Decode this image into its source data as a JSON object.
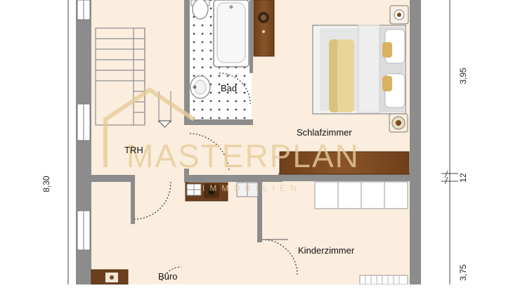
{
  "rooms": {
    "bad": "Bad",
    "schlafzimmer": "Schlafzimmer",
    "trh": "TRH",
    "kinderzimmer": "Kinderzimmer",
    "buero": "Büro"
  },
  "dimensions": {
    "total_height": "8,30",
    "upper_height": "3,95",
    "wall": "12",
    "lower_height": "3,75"
  },
  "watermark": {
    "brand": "MASTERPLAN",
    "sub": "IMMOBILIEN"
  },
  "colors": {
    "floor": "#fbeedf",
    "wall": "#8c8c8c",
    "wood": "#7a4a22",
    "watermark": "#e8cc9a"
  }
}
